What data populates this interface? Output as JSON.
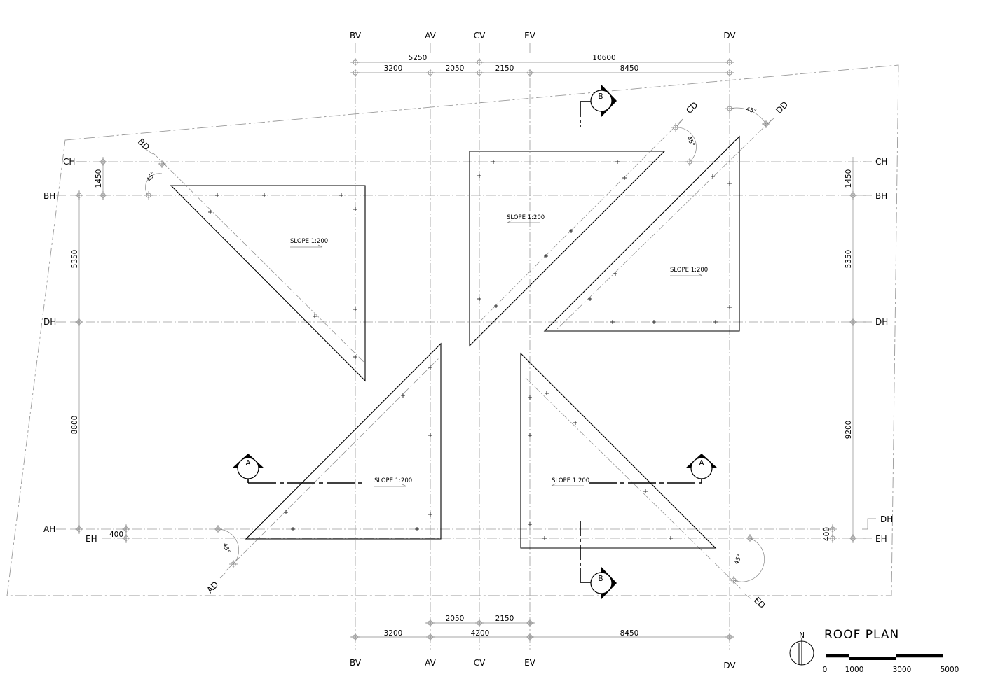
{
  "title": "ROOF PLAN",
  "north_label": "N",
  "scale_bar": [
    "0",
    "1000",
    "3000",
    "5000"
  ],
  "grid_top": [
    "BV",
    "AV",
    "CV",
    "EV",
    "DV"
  ],
  "grid_bottom": [
    "BV",
    "AV",
    "CV",
    "EV",
    "DV"
  ],
  "grid_left": [
    "CH",
    "BH",
    "DH",
    "AH",
    "EH"
  ],
  "grid_right": [
    "CH",
    "BH",
    "DH",
    "DH",
    "EH"
  ],
  "diag": [
    "BD",
    "CD",
    "DD",
    "AD",
    "ED"
  ],
  "dims_top_1": [
    "5250",
    "10600"
  ],
  "dims_top_2": [
    "3200",
    "2050",
    "2150",
    "8450"
  ],
  "dims_bottom_1": [
    "2050",
    "2150"
  ],
  "dims_bottom_2": [
    "3200",
    "4200",
    "8450"
  ],
  "dims_left": [
    "1450",
    "5350",
    "8800",
    "400"
  ],
  "dims_right": [
    "1450",
    "5350",
    "9200",
    "400"
  ],
  "angle": "45°",
  "slope": "SLOPE 1:200",
  "section_a": "A",
  "section_b": "B"
}
